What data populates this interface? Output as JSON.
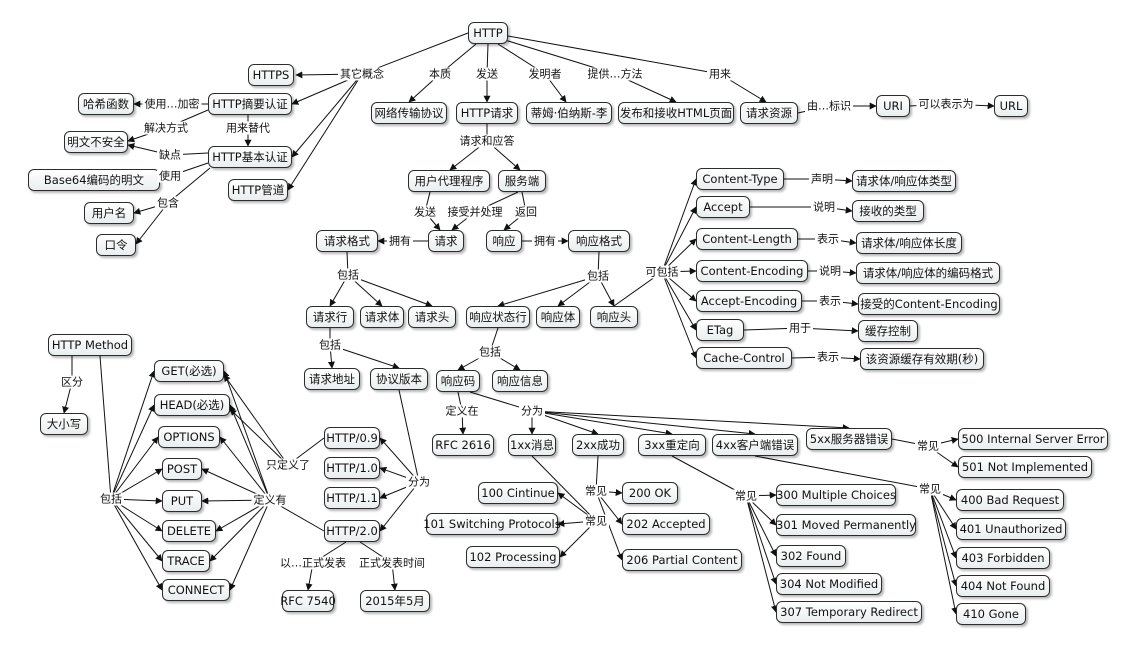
{
  "nodes": {
    "http": "HTTP",
    "https": "HTTPS",
    "digest_auth": "HTTP摘要认证",
    "hash_func": "哈希函数",
    "plaintext_insecure": "明文不安全",
    "basic_auth": "HTTP基本认证",
    "base64": "Base64编码的明文",
    "username": "用户名",
    "password": "口令",
    "pipeline": "HTTP管道",
    "network_protocol": "网络传输协议",
    "http_request": "HTTP请求",
    "inventor": "蒂姆·伯纳斯-李",
    "publish_html": "发布和接收HTML页面",
    "request_resource": "请求资源",
    "uri": "URI",
    "url": "URL",
    "user_agent": "用户代理程序",
    "server": "服务端",
    "request": "请求",
    "response": "响应",
    "request_format": "请求格式",
    "response_format": "响应格式",
    "request_line": "请求行",
    "request_body": "请求体",
    "request_header": "请求头",
    "status_line": "响应状态行",
    "response_body": "响应体",
    "response_header": "响应头",
    "request_address": "请求地址",
    "protocol_version": "协议版本",
    "status_code": "响应码",
    "status_info": "响应信息",
    "http_method": "HTTP Method",
    "case_sensitive": "大小写",
    "get": "GET(必选)",
    "head": "HEAD(必选)",
    "options": "OPTIONS",
    "post": "POST",
    "put": "PUT",
    "delete": "DELETE",
    "trace": "TRACE",
    "connect": "CONNECT",
    "http09": "HTTP/0.9",
    "http10": "HTTP/1.0",
    "http11": "HTTP/1.1",
    "http20": "HTTP/2.0",
    "rfc7540": "RFC 7540",
    "may2015": "2015年5月",
    "rfc2616": "RFC 2616",
    "c1xx": "1xx消息",
    "c2xx": "2xx成功",
    "c3xx": "3xx重定向",
    "c4xx": "4xx客户端错误",
    "c5xx": "5xx服务器错误",
    "c100": "100 Cintinue",
    "c101": "101 Switching Protocols",
    "c102": "102 Processing",
    "c200": "200 OK",
    "c202": "202 Accepted",
    "c206": "206 Partial Content",
    "c300": "300 Multiple Choices",
    "c301": "301 Moved Permanently",
    "c302": "302 Found",
    "c304": "304 Not Modified",
    "c307": "307 Temporary Redirect",
    "c400": "400 Bad Request",
    "c401": "401 Unauthorized",
    "c403": "403 Forbidden",
    "c404": "404 Not Found",
    "c410": "410 Gone",
    "c500": "500 Internal Server Error",
    "c501": "501 Not Implemented",
    "content_type": "Content-Type",
    "accept": "Accept",
    "content_length": "Content-Length",
    "content_encoding": "Content-Encoding",
    "accept_encoding": "Accept-Encoding",
    "etag": "ETag",
    "cache_control": "Cache-Control",
    "ct_desc": "请求体/响应体类型",
    "accept_desc": "接收的类型",
    "cl_desc": "请求体/响应体长度",
    "ce_desc": "请求体/响应体的编码格式",
    "ae_desc": "接受的Content-Encoding",
    "etag_desc": "缓存控制",
    "cc_desc": "该资源缓存有效期(秒)"
  },
  "labels": {
    "other_concepts": "其它概念",
    "essence": "本质",
    "send": "发送",
    "inventor_lbl": "发明者",
    "provide_method": "提供…方法",
    "used_for": "用来",
    "by_identify": "由…标识",
    "can_represent": "可以表示为",
    "use_encrypt": "使用…加密",
    "replaced_by": "用来替代",
    "solution": "解决方式",
    "flaw": "缺点",
    "use": "使用",
    "contains1": "包含",
    "req_resp": "请求和应答",
    "send2": "发送",
    "accept_process": "接受并处理",
    "return": "返回",
    "has1": "拥有",
    "has2": "拥有",
    "includes1": "包括",
    "includes2": "包括",
    "includes3": "包括",
    "includes4": "包括",
    "includes5": "包括",
    "can_include": "可包括",
    "declare": "声明",
    "explain1": "说明",
    "indicate1": "表示",
    "explain2": "说明",
    "indicate2": "表示",
    "used_for2": "用于",
    "indicate3": "表示",
    "distinguish": "区分",
    "defined_has": "定义有",
    "only_defined": "只定义了",
    "divided1": "分为",
    "divided2": "分为",
    "defined_in": "定义在",
    "published_as": "以…正式发表",
    "publish_time": "正式发表时间",
    "common1": "常见",
    "common2": "常见",
    "common3": "常见",
    "common4": "常见",
    "common5": "常见"
  }
}
